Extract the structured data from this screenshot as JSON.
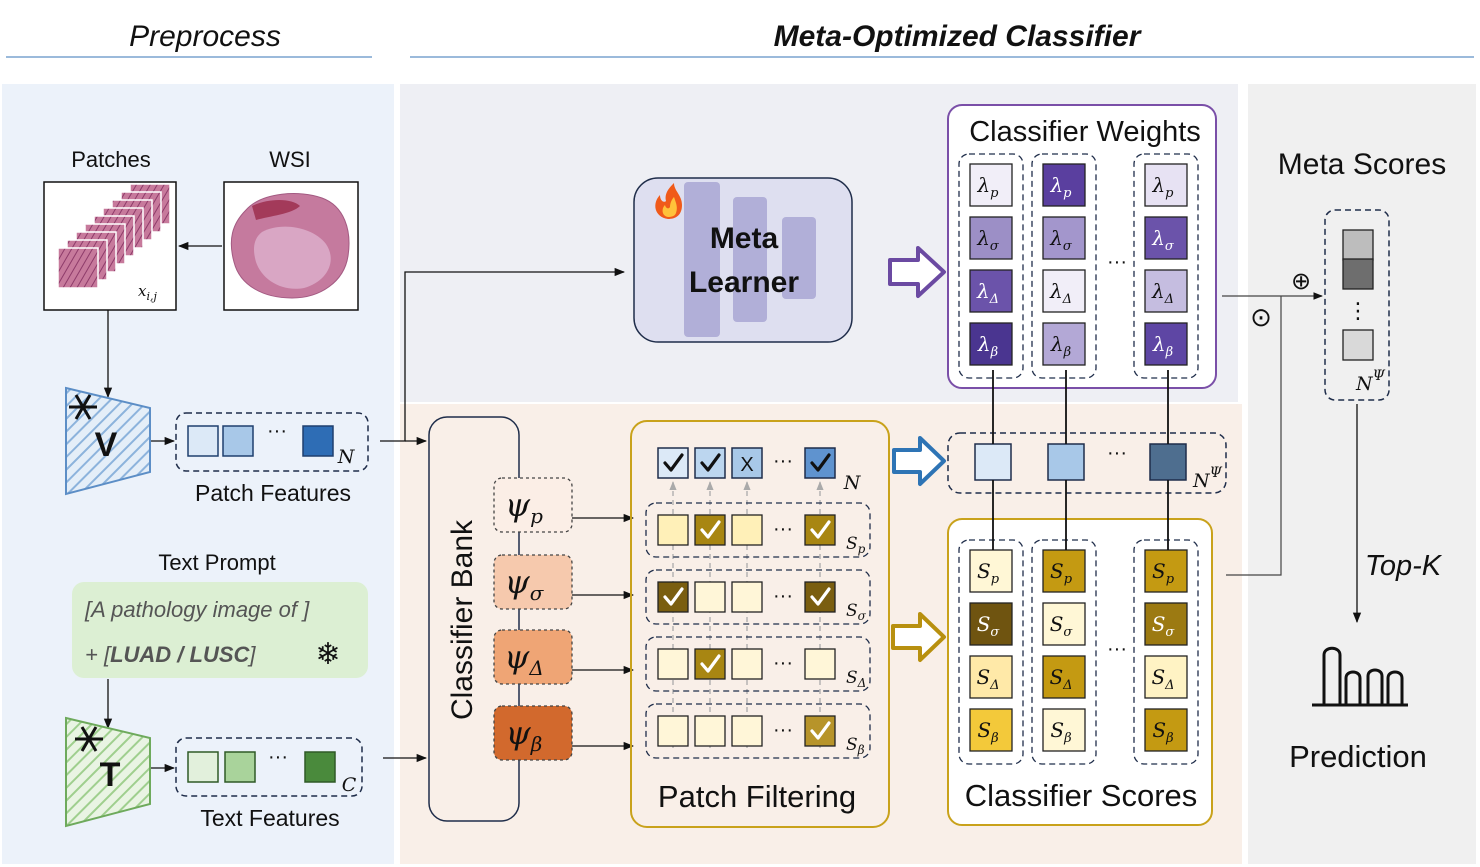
{
  "headers": {
    "preprocess": "Preprocess",
    "meta_classifier": "Meta-Optimized Classifier"
  },
  "preprocess": {
    "patches_label": "Patches",
    "wsi_label": "WSI",
    "patch_index": "x",
    "patch_index_sub": "i,j",
    "vision_encoder": "V",
    "text_encoder": "T",
    "frozen_icon": "snowflake-icon",
    "patch_features": {
      "label": "Patch Features",
      "dots": "···",
      "count": "N",
      "colors": [
        "#dce9f7",
        "#a8c8e8",
        "#2e6db5"
      ]
    },
    "text_prompt": {
      "label": "Text Prompt",
      "line1": "[A pathology image of ]",
      "line2_prefix": "+ [",
      "line2_bold": "LUAD / LUSC",
      "line2_suffix": "]",
      "frozen_symbol": "❄"
    },
    "text_features": {
      "label": "Text Features",
      "dots": "···",
      "count": "C",
      "colors": [
        "#e2f0dc",
        "#a9d39b",
        "#4a8a3c"
      ]
    }
  },
  "meta_learner": {
    "line1": "Meta",
    "line2": "Learner",
    "icon": "fire-icon"
  },
  "classifier_bank": {
    "label": "Classifier Bank",
    "psi": [
      {
        "symbol": "ψ",
        "sub": "p",
        "color": "#fbeee6"
      },
      {
        "symbol": "ψ",
        "sub": "σ",
        "color": "#f6c9ad"
      },
      {
        "symbol": "ψ",
        "sub": "Δ",
        "color": "#efa575"
      },
      {
        "symbol": "ψ",
        "sub": "β",
        "color": "#d2692d"
      }
    ]
  },
  "patch_filtering": {
    "label": "Patch Filtering",
    "dots": "···",
    "top_count": "N",
    "top_row": [
      "check",
      "check",
      "x",
      "check"
    ],
    "cross_mark": "X",
    "rows": [
      {
        "sub": "p",
        "cells": [
          false,
          true,
          false,
          true
        ]
      },
      {
        "sub": "σ",
        "cells": [
          true,
          false,
          false,
          true
        ]
      },
      {
        "sub": "Δ",
        "cells": [
          false,
          true,
          false,
          false
        ]
      },
      {
        "sub": "β",
        "cells": [
          false,
          false,
          false,
          true
        ]
      }
    ]
  },
  "classifier_weights": {
    "label": "Classifier Weights",
    "dots": "···",
    "symbol": "λ",
    "subs": [
      "p",
      "σ",
      "Δ",
      "β"
    ],
    "columns": [
      [
        "#f1eef8",
        "#9c8fc6",
        "#6b53aa",
        "#4a3590"
      ],
      [
        "#5a3f9f",
        "#a396cc",
        "#f1eef8",
        "#b3a8d6"
      ],
      [
        "#e7e2f3",
        "#6b53aa",
        "#c5bde0",
        "#5e46a4"
      ]
    ]
  },
  "combined_features": {
    "dots": "···",
    "count": "N",
    "count_sup": "Ψ",
    "colors": [
      "#dce9f7",
      "#a8c8e8",
      "#4e6e8f"
    ]
  },
  "classifier_scores": {
    "label": "Classifier Scores",
    "dots": "···",
    "symbol": "S",
    "subs": [
      "p",
      "σ",
      "Δ",
      "β"
    ],
    "columns": [
      [
        "#fff7d6",
        "#6f5410",
        "#ffe9a8",
        "#f3c93a"
      ],
      [
        "#c49a12",
        "#fff7d6",
        "#c49a12",
        "#fff7d6"
      ],
      [
        "#c49a12",
        "#9c7a12",
        "#fff3c4",
        "#c49a12"
      ]
    ]
  },
  "meta_scores": {
    "label": "Meta Scores",
    "dots": "⋮",
    "count": "N",
    "count_sup": "Ψ",
    "colors": [
      "#bdbdbd",
      "#6e6e6e",
      "#d9d9d9"
    ],
    "plus_symbol": "⊕",
    "dot_symbol": "⊙"
  },
  "topk_label": "Top-K",
  "prediction": {
    "label": "Prediction",
    "icon": "histogram-icon"
  }
}
